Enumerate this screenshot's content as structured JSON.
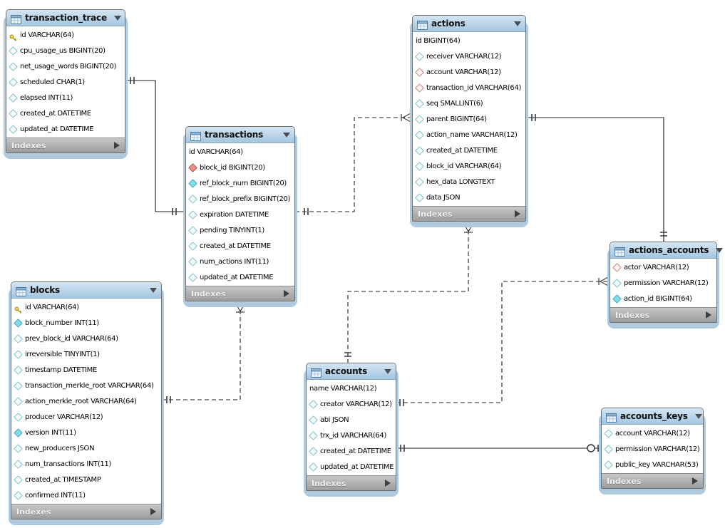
{
  "diagram": {
    "kind": "EER database diagram",
    "indexes_label": "Indexes",
    "colors": {
      "table_header": "#aecbe3",
      "table_shadow": "#afcade",
      "indexes_bar": "#b2b2b2",
      "column_diamond_teal": "#7fdbe8",
      "column_diamond_red": "#e89088",
      "key_icon_gold": "#e8c43a",
      "line": "#1c1c1c"
    }
  },
  "tables": [
    {
      "name": "transaction_trace",
      "fields": [
        {
          "icon": "key-icon",
          "label": "id VARCHAR(64)"
        },
        {
          "icon": "diamond-outline-icon",
          "label": "cpu_usage_us BIGINT(20)"
        },
        {
          "icon": "diamond-outline-icon",
          "label": "net_usage_words BIGINT(20)"
        },
        {
          "icon": "diamond-outline-icon",
          "label": "scheduled CHAR(1)"
        },
        {
          "icon": "diamond-outline-icon",
          "label": "elapsed INT(11)"
        },
        {
          "icon": "diamond-outline-icon",
          "label": "created_at DATETIME"
        },
        {
          "icon": "diamond-outline-icon",
          "label": "updated_at DATETIME"
        }
      ]
    },
    {
      "name": "transactions",
      "fields": [
        {
          "icon": "none",
          "label": "id VARCHAR(64)"
        },
        {
          "icon": "diamond-red-filled-icon",
          "label": "block_id BIGINT(20)"
        },
        {
          "icon": "diamond-filled-icon",
          "label": "ref_block_num BIGINT(20)"
        },
        {
          "icon": "diamond-outline-icon",
          "label": "ref_block_prefix BIGINT(20)"
        },
        {
          "icon": "diamond-outline-icon",
          "label": "expiration DATETIME"
        },
        {
          "icon": "diamond-outline-icon",
          "label": "pending TINYINT(1)"
        },
        {
          "icon": "diamond-outline-icon",
          "label": "created_at DATETIME"
        },
        {
          "icon": "diamond-outline-icon",
          "label": "num_actions INT(11)"
        },
        {
          "icon": "diamond-outline-icon",
          "label": "updated_at DATETIME"
        }
      ]
    },
    {
      "name": "actions",
      "fields": [
        {
          "icon": "none",
          "label": "id BIGINT(64)"
        },
        {
          "icon": "diamond-outline-icon",
          "label": "receiver VARCHAR(12)"
        },
        {
          "icon": "diamond-red-outline-icon",
          "label": "account VARCHAR(12)"
        },
        {
          "icon": "diamond-red-outline-icon",
          "label": "transaction_id VARCHAR(64)"
        },
        {
          "icon": "diamond-outline-icon",
          "label": "seq SMALLINT(6)"
        },
        {
          "icon": "diamond-outline-icon",
          "label": "parent BIGINT(64)"
        },
        {
          "icon": "diamond-outline-icon",
          "label": "action_name VARCHAR(12)"
        },
        {
          "icon": "diamond-outline-icon",
          "label": "created_at DATETIME"
        },
        {
          "icon": "diamond-outline-icon",
          "label": "block_id VARCHAR(64)"
        },
        {
          "icon": "diamond-outline-icon",
          "label": "hex_data LONGTEXT"
        },
        {
          "icon": "diamond-outline-icon",
          "label": "data JSON"
        }
      ]
    },
    {
      "name": "actions_accounts",
      "fields": [
        {
          "icon": "diamond-red-outline-icon",
          "label": "actor VARCHAR(12)"
        },
        {
          "icon": "diamond-outline-icon",
          "label": "permission VARCHAR(12)"
        },
        {
          "icon": "diamond-filled-icon",
          "label": "action_id BIGINT(64)"
        }
      ]
    },
    {
      "name": "blocks",
      "fields": [
        {
          "icon": "key-icon",
          "label": "id VARCHAR(64)"
        },
        {
          "icon": "diamond-filled-icon",
          "label": "block_number INT(11)"
        },
        {
          "icon": "diamond-outline-icon",
          "label": "prev_block_id VARCHAR(64)"
        },
        {
          "icon": "diamond-outline-icon",
          "label": "irreversible TINYINT(1)"
        },
        {
          "icon": "diamond-outline-icon",
          "label": "timestamp DATETIME"
        },
        {
          "icon": "diamond-outline-icon",
          "label": "transaction_merkle_root VARCHAR(64)"
        },
        {
          "icon": "diamond-outline-icon",
          "label": "action_merkle_root VARCHAR(64)"
        },
        {
          "icon": "diamond-outline-icon",
          "label": "producer VARCHAR(12)"
        },
        {
          "icon": "diamond-filled-icon",
          "label": "version INT(11)"
        },
        {
          "icon": "diamond-outline-icon",
          "label": "new_producers JSON"
        },
        {
          "icon": "diamond-outline-icon",
          "label": "num_transactions INT(11)"
        },
        {
          "icon": "diamond-outline-icon",
          "label": "created_at TIMESTAMP"
        },
        {
          "icon": "diamond-outline-icon",
          "label": "confirmed INT(11)"
        }
      ]
    },
    {
      "name": "accounts",
      "fields": [
        {
          "icon": "none",
          "label": "name VARCHAR(12)"
        },
        {
          "icon": "diamond-outline-icon",
          "label": "creator VARCHAR(12)"
        },
        {
          "icon": "diamond-outline-icon",
          "label": "abi JSON"
        },
        {
          "icon": "diamond-outline-icon",
          "label": "trx_id VARCHAR(64)"
        },
        {
          "icon": "diamond-outline-icon",
          "label": "created_at DATETIME"
        },
        {
          "icon": "diamond-outline-icon",
          "label": "updated_at DATETIME"
        }
      ]
    },
    {
      "name": "accounts_keys",
      "fields": [
        {
          "icon": "diamond-outline-icon",
          "label": "account VARCHAR(12)"
        },
        {
          "icon": "diamond-outline-icon",
          "label": "permission VARCHAR(12)"
        },
        {
          "icon": "diamond-outline-icon",
          "label": "public_key VARCHAR(53)"
        }
      ]
    }
  ],
  "relationships": [
    {
      "from": "transaction_trace",
      "to": "transactions",
      "line": "solid",
      "from_end": "one",
      "to_end": "one"
    },
    {
      "from": "transactions",
      "to": "actions",
      "line": "dashed",
      "from_end": "one",
      "to_end": "many"
    },
    {
      "from": "actions",
      "to": "actions_accounts",
      "line": "solid",
      "from_end": "one",
      "to_end": "one"
    },
    {
      "from": "accounts",
      "to": "actions",
      "line": "dashed",
      "from_end": "one",
      "to_end": "many"
    },
    {
      "from": "accounts",
      "to": "actions_accounts",
      "line": "dashed",
      "from_end": "one",
      "to_end": "many"
    },
    {
      "from": "blocks",
      "to": "transactions",
      "line": "dashed",
      "from_end": "one",
      "to_end": "many"
    },
    {
      "from": "accounts",
      "to": "accounts_keys",
      "line": "solid",
      "from_end": "one",
      "to_end": "zero-or-one"
    }
  ]
}
